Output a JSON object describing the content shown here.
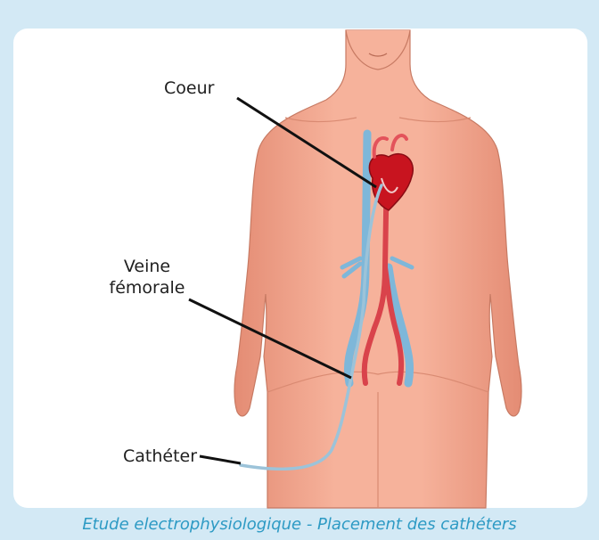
{
  "labels": {
    "heart": "Coeur",
    "femoral_vein_line1": "Veine",
    "femoral_vein_line2": "fémorale",
    "catheter": "Cathéter"
  },
  "caption": "Etude electrophysiologique - Placement des cathéters",
  "colors": {
    "background": "#d3e9f5",
    "card": "#ffffff",
    "skin": "#f3a992",
    "skin_shadow": "#e48c74",
    "vein": "#7eb7d9",
    "artery": "#d9434b",
    "heart": "#c8141f",
    "caption": "#2d9ac4"
  }
}
